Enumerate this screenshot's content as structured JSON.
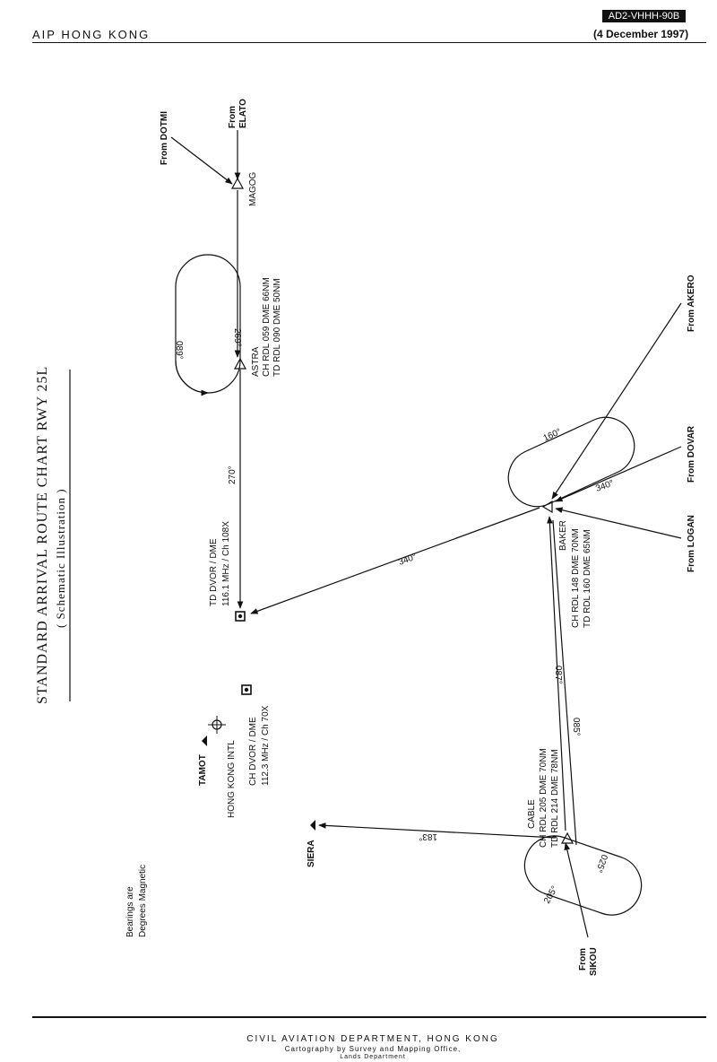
{
  "header": {
    "left": "AIP HONG KONG",
    "tag": "AD2-VHHH-90B",
    "date": "(4 December 1997)"
  },
  "title": "STANDARD ARRIVAL ROUTE CHART RWY 25L",
  "subtitle": "( Schematic Illustration )",
  "waypoints": {
    "magog": "MAGOG",
    "astra": "ASTRA",
    "astra_r1": "CH RDL 059 DME 66NM",
    "astra_r2": "TD RDL 090 DME 50NM",
    "baker": "BAKER",
    "baker_r1": "CH RDL 148 DME 70NM",
    "baker_r2": "TD RDL 160 DME 65NM",
    "cable": "CABLE",
    "cable_r1": "CH RDL 205 DME 70NM",
    "cable_r2": "TD RDL 214 DME 78NM",
    "siera": "SIERA",
    "tamot": "TAMOT"
  },
  "navaids": {
    "td_name": "TD DVOR / DME",
    "td_freq": "116.1 MHz / Ch 108X",
    "ch_name": "CH DVOR / DME",
    "ch_freq": "112.3 MHz / Ch 70X",
    "airport": "HONG KONG INTL"
  },
  "from": {
    "dotmi": "From DOTMI",
    "elato_1": "From",
    "elato_2": "ELATO",
    "akero": "From AKERO",
    "dovar": "From DOVAR",
    "logan": "From LOGAN",
    "sikou_1": "From",
    "sikou_2": "SIKOU"
  },
  "bearings": {
    "b269": "269°",
    "b089": "089°",
    "b270": "270°",
    "b340": "340°",
    "b160": "160°",
    "b340b": "340°",
    "b087": "087°",
    "b085": "085°",
    "b183": "183°",
    "b025": "025°",
    "b205": "205°"
  },
  "note": {
    "l1": "Bearings are",
    "l2": "Degrees Magnetic"
  },
  "footer": {
    "l1": "CIVIL AVIATION DEPARTMENT, HONG KONG",
    "l2": "Cartography by Survey and Mapping Office,",
    "l3": "Lands Department"
  }
}
